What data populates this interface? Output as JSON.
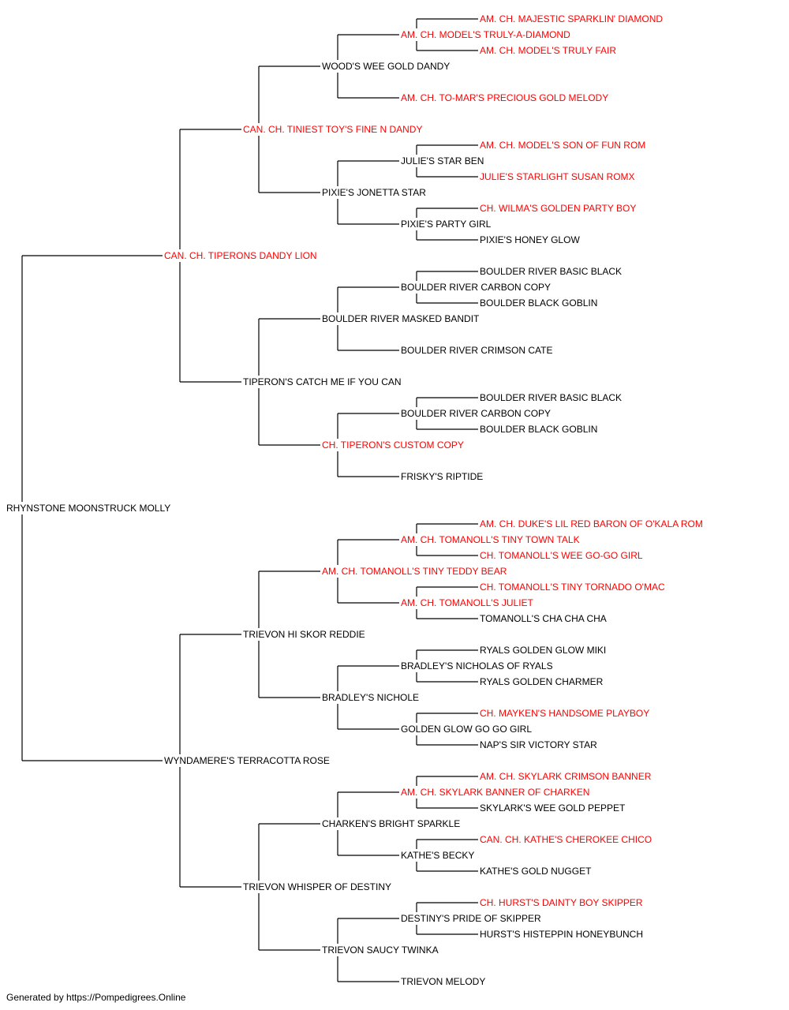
{
  "colors": {
    "champion": "#ff0000",
    "normal": "#000000",
    "line": "#000000"
  },
  "subject": {
    "name": "RHYNSTONE MOONSTRUCK MOLLY",
    "champion": false
  },
  "generations": [
    [
      {
        "name": "CAN. CH. TIPERONS DANDY LION",
        "champion": true
      },
      {
        "name": "WYNDAMERE'S TERRACOTTA ROSE",
        "champion": false
      }
    ],
    [
      {
        "name": "CAN. CH. TINIEST TOY'S FINE N DANDY",
        "champion": true
      },
      {
        "name": "TIPERON'S CATCH ME IF YOU CAN",
        "champion": false
      },
      {
        "name": "TRIEVON HI SKOR REDDIE",
        "champion": false
      },
      {
        "name": "TRIEVON WHISPER OF DESTINY",
        "champion": false
      }
    ],
    [
      {
        "name": "WOOD'S WEE GOLD DANDY",
        "champion": false
      },
      {
        "name": "PIXIE'S JONETTA STAR",
        "champion": false
      },
      {
        "name": "BOULDER RIVER MASKED BANDIT",
        "champion": false
      },
      {
        "name": "CH. TIPERON'S CUSTOM COPY",
        "champion": true
      },
      {
        "name": "AM. CH. TOMANOLL'S TINY TEDDY BEAR",
        "champion": true
      },
      {
        "name": "BRADLEY'S NICHOLE",
        "champion": false
      },
      {
        "name": "CHARKEN'S BRIGHT SPARKLE",
        "champion": false
      },
      {
        "name": "TRIEVON SAUCY TWINKA",
        "champion": false
      }
    ],
    [
      {
        "name": "AM. CH. MODEL'S TRULY-A-DIAMOND",
        "champion": true
      },
      {
        "name": "AM. CH. TO-MAR'S PRECIOUS GOLD MELODY",
        "champion": true
      },
      {
        "name": "JULIE'S STAR BEN",
        "champion": false
      },
      {
        "name": "PIXIE'S PARTY GIRL",
        "champion": false
      },
      {
        "name": "BOULDER RIVER CARBON COPY",
        "champion": false
      },
      {
        "name": "BOULDER RIVER CRIMSON CATE",
        "champion": false
      },
      {
        "name": "BOULDER RIVER CARBON COPY",
        "champion": false
      },
      {
        "name": "FRISKY'S RIPTIDE",
        "champion": false
      },
      {
        "name": "AM. CH. TOMANOLL'S TINY TOWN TALK",
        "champion": true
      },
      {
        "name": "AM. CH. TOMANOLL'S JULIET",
        "champion": true
      },
      {
        "name": "BRADLEY'S NICHOLAS OF RYALS",
        "champion": false
      },
      {
        "name": "GOLDEN GLOW GO GO GIRL",
        "champion": false
      },
      {
        "name": "AM. CH. SKYLARK BANNER OF CHARKEN",
        "champion": true
      },
      {
        "name": "KATHE'S BECKY",
        "champion": false
      },
      {
        "name": "DESTINY'S PRIDE OF SKIPPER",
        "champion": false
      },
      {
        "name": "TRIEVON MELODY",
        "champion": false
      }
    ],
    [
      {
        "name": "AM. CH. MAJESTIC SPARKLIN' DIAMOND",
        "champion": true
      },
      {
        "name": "AM. CH. MODEL'S TRULY FAIR",
        "champion": true
      },
      null,
      null,
      {
        "name": "AM. CH. MODEL'S SON OF FUN ROM",
        "champion": true
      },
      {
        "name": "JULIE'S STARLIGHT SUSAN ROMX",
        "champion": true
      },
      {
        "name": "CH. WILMA'S GOLDEN PARTY BOY",
        "champion": true
      },
      {
        "name": "PIXIE'S HONEY GLOW",
        "champion": false
      },
      {
        "name": "BOULDER RIVER BASIC BLACK",
        "champion": false
      },
      {
        "name": "BOULDER BLACK GOBLIN",
        "champion": false
      },
      null,
      null,
      {
        "name": "BOULDER RIVER BASIC BLACK",
        "champion": false
      },
      {
        "name": "BOULDER BLACK GOBLIN",
        "champion": false
      },
      null,
      null,
      {
        "name": "AM. CH. DUKE'S LIL RED BARON OF O'KALA ROM",
        "champion": true
      },
      {
        "name": "CH. TOMANOLL'S WEE GO-GO GIRL",
        "champion": true
      },
      {
        "name": "CH. TOMANOLL'S TINY TORNADO O'MAC",
        "champion": true
      },
      {
        "name": "TOMANOLL'S CHA CHA CHA",
        "champion": false
      },
      {
        "name": "RYALS GOLDEN GLOW MIKI",
        "champion": false
      },
      {
        "name": "RYALS GOLDEN CHARMER",
        "champion": false
      },
      {
        "name": "CH. MAYKEN'S HANDSOME PLAYBOY",
        "champion": true
      },
      {
        "name": "NAP'S SIR VICTORY STAR",
        "champion": false
      },
      {
        "name": "AM. CH. SKYLARK CRIMSON BANNER",
        "champion": true
      },
      {
        "name": "SKYLARK'S WEE GOLD PEPPET",
        "champion": false
      },
      {
        "name": "CAN. CH. KATHE'S CHEROKEE CHICO",
        "champion": true
      },
      {
        "name": "KATHE'S GOLD NUGGET",
        "champion": false
      },
      {
        "name": "CH. HURST'S DAINTY BOY SKIPPER",
        "champion": true
      },
      {
        "name": "HURST'S HISTEPPIN HONEYBUNCH",
        "champion": false
      },
      null,
      null
    ]
  ],
  "footer": {
    "text": "Generated by https://Pompedigrees.Online"
  }
}
